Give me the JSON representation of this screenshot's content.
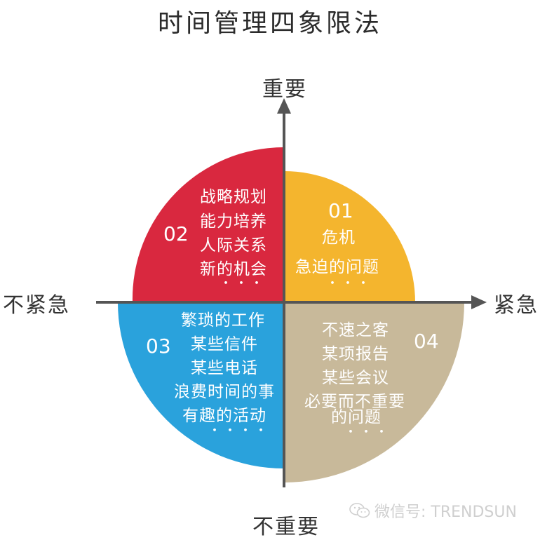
{
  "title": "时间管理四象限法",
  "axes": {
    "top": "重要",
    "bottom": "不重要",
    "left": "不紧急",
    "right": "紧急"
  },
  "quadrants": [
    {
      "number": "01",
      "position": "top-right",
      "color": "#F4B52E",
      "items": [
        "危机",
        "急迫的问题"
      ],
      "ellipsis": "・・・"
    },
    {
      "number": "02",
      "position": "top-left",
      "color": "#D9283F",
      "items": [
        "战略规划",
        "能力培养",
        "人际关系",
        "新的机会"
      ],
      "ellipsis": "・・・"
    },
    {
      "number": "03",
      "position": "bottom-left",
      "color": "#2AA2DC",
      "items": [
        "繁琐的工作",
        "某些信件",
        "某些电话",
        "浪费时间的事",
        "有趣的活动"
      ],
      "ellipsis": "・・・・"
    },
    {
      "number": "04",
      "position": "bottom-right",
      "color": "#C8B99A",
      "items": [
        "不速之客",
        "某项报告",
        "某些会议",
        "必要而不重要",
        "的问题"
      ],
      "ellipsis": "・・・"
    }
  ],
  "watermark": {
    "text": "微信号: TRENDSUN",
    "icon": "wechat-icon"
  }
}
